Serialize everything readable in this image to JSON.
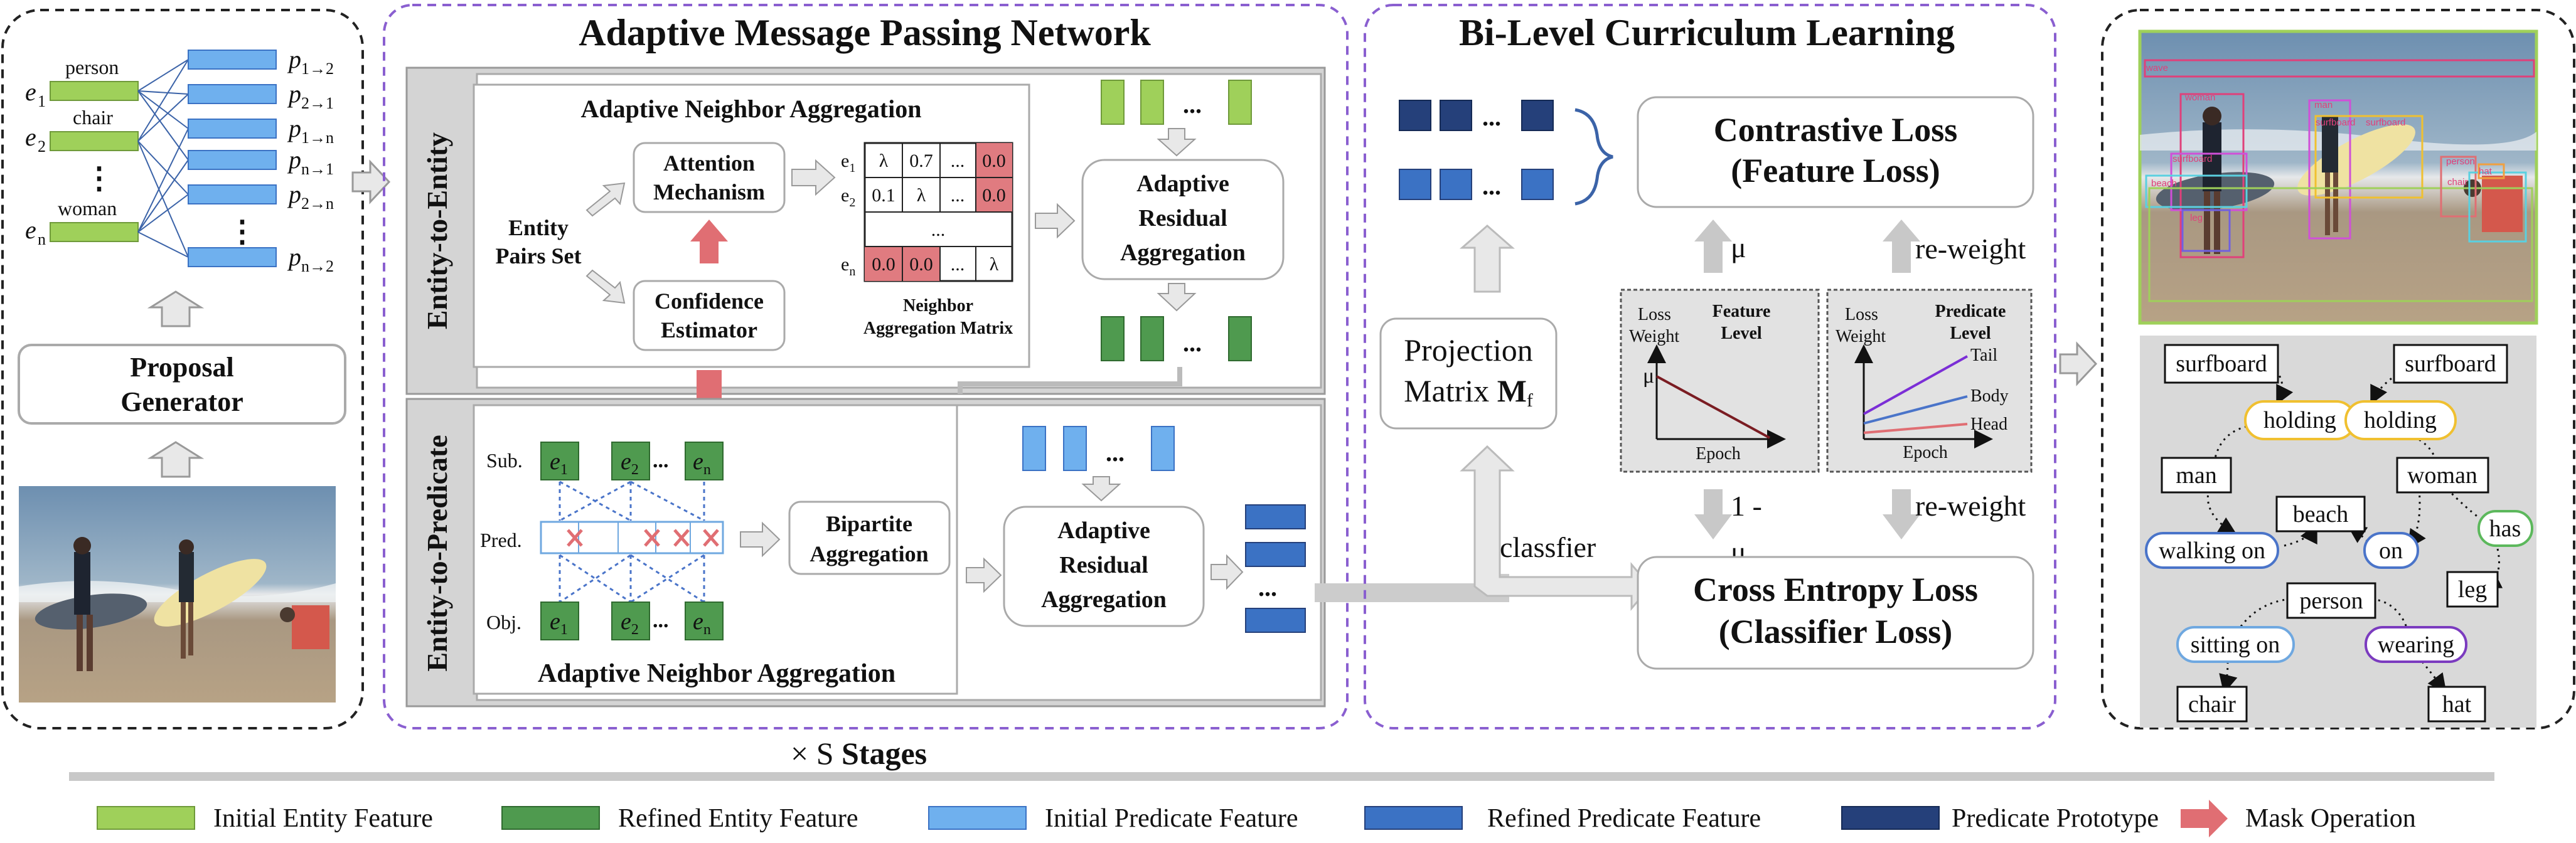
{
  "colors": {
    "initial_entity": "#9fd05a",
    "refined_entity": "#4f9a4f",
    "initial_predicate": "#6fb0ee",
    "refined_predicate": "#3b72c4",
    "prototype": "#25407a",
    "mask": "#e06e73",
    "purple_border": "#8a5fd0",
    "gray_panel": "#d4d4d4"
  },
  "proposal": {
    "entities": [
      "e",
      "e",
      "e"
    ],
    "entity_subs": [
      "1",
      "2",
      "n"
    ],
    "entity_labels": [
      "person",
      "chair",
      "woman"
    ],
    "predicates": [
      {
        "main": "p",
        "sub": "1→2"
      },
      {
        "main": "p",
        "sub": "2→1"
      },
      {
        "main": "p",
        "sub": "1→n"
      },
      {
        "main": "p",
        "sub": "n→1"
      },
      {
        "main": "p",
        "sub": "2→n"
      },
      {
        "main": "p",
        "sub": "n→2"
      }
    ],
    "generator_line1": "Proposal",
    "generator_line2": "Generator",
    "dots": "⋮"
  },
  "ampn": {
    "title": "Adaptive Message Passing Network",
    "e2e_label": "Entity-to-Entity",
    "e2p_label": "Entity-to-Predicate",
    "top_title": "Adaptive Neighbor Aggregation",
    "entity_pairs_line1": "Entity",
    "entity_pairs_line2": "Pairs Set",
    "attention_line1": "Attention",
    "attention_line2": "Mechanism",
    "confidence_line1": "Confidence",
    "confidence_line2": "Estimator",
    "matrix_rows": [
      {
        "main": "e",
        "sub": "1",
        "cells": [
          "λ",
          "0.7",
          "...",
          "0.0"
        ]
      },
      {
        "main": "e",
        "sub": "2",
        "cells": [
          "0.1",
          "λ",
          "...",
          "0.0"
        ]
      },
      {
        "main": "",
        "sub": "",
        "cells": [
          "...",
          "",
          "",
          ""
        ]
      },
      {
        "main": "e",
        "sub": "n",
        "cells": [
          "0.0",
          "0.0",
          "...",
          "λ"
        ]
      }
    ],
    "matrix_caption_line1": "Neighbor",
    "matrix_caption_line2": "Aggregation Matrix",
    "residual_line1": "Adaptive",
    "residual_line2": "Residual",
    "residual_line3": "Aggregation",
    "ellipsis": "...",
    "row_labels": [
      "Sub.",
      "Pred.",
      "Obj."
    ],
    "node_main": "e",
    "node_subs": [
      "1",
      "2",
      "n"
    ],
    "bipartite_line1": "Bipartite",
    "bipartite_line2": "Aggregation",
    "bottom_title": "Adaptive Neighbor Aggregation",
    "stages_prefix": "× S ",
    "stages_bold": "Stages"
  },
  "blcl": {
    "title": "Bi-Level Curriculum Learning",
    "projection_line1": "Projection",
    "projection_line2": "Matrix ",
    "projection_sym": "M",
    "projection_sub": "f",
    "contrastive_line1": "Contrastive Loss",
    "contrastive_line2": "(Feature Loss)",
    "ce_line1": "Cross Entropy Loss",
    "ce_line2": "(Classifier Loss)",
    "mu": "μ",
    "one_minus": "1 -",
    "reweight": "re-weight",
    "classifier_label": "classfier",
    "feature_plot": {
      "ylabel_line1": "Loss",
      "ylabel_line2": "Weight",
      "title_line1": "Feature",
      "title_line2": "Level",
      "xlabel": "Epoch",
      "mu": "μ"
    },
    "predicate_plot": {
      "ylabel_line1": "Loss",
      "ylabel_line2": "Weight",
      "title_line1": "Predicate",
      "title_line2": "Level",
      "xlabel": "Epoch",
      "series": [
        "Tail",
        "Body",
        "Head"
      ]
    }
  },
  "scene_graph": {
    "image_tags": [
      "wave",
      "woman",
      "man",
      "surfboard",
      "surfboard",
      "surfboard",
      "person",
      "hat",
      "chair",
      "beach",
      "leg"
    ],
    "nodes": [
      {
        "label": "surfboard",
        "kind": "entity"
      },
      {
        "label": "surfboard",
        "kind": "entity"
      },
      {
        "label": "holding",
        "kind": "pred-yellow"
      },
      {
        "label": "holding",
        "kind": "pred-yellow"
      },
      {
        "label": "man",
        "kind": "entity"
      },
      {
        "label": "woman",
        "kind": "entity"
      },
      {
        "label": "beach",
        "kind": "entity"
      },
      {
        "label": "walking on",
        "kind": "pred-blue"
      },
      {
        "label": "on",
        "kind": "pred-blue"
      },
      {
        "label": "has",
        "kind": "pred-green"
      },
      {
        "label": "leg",
        "kind": "entity"
      },
      {
        "label": "person",
        "kind": "entity"
      },
      {
        "label": "sitting on",
        "kind": "pred-blue"
      },
      {
        "label": "wearing",
        "kind": "pred-purple"
      },
      {
        "label": "chair",
        "kind": "entity"
      },
      {
        "label": "hat",
        "kind": "entity"
      }
    ]
  },
  "legend": [
    {
      "label": "Initial Entity Feature",
      "icon": "green-light-bar"
    },
    {
      "label": "Refined Entity Feature",
      "icon": "green-dark-bar"
    },
    {
      "label": "Initial Predicate Feature",
      "icon": "blue-light-bar"
    },
    {
      "label": "Refined Predicate Feature",
      "icon": "blue-bar"
    },
    {
      "label": "Predicate Prototype",
      "icon": "navy-bar"
    },
    {
      "label": "Mask Operation",
      "icon": "red-arrow"
    }
  ]
}
